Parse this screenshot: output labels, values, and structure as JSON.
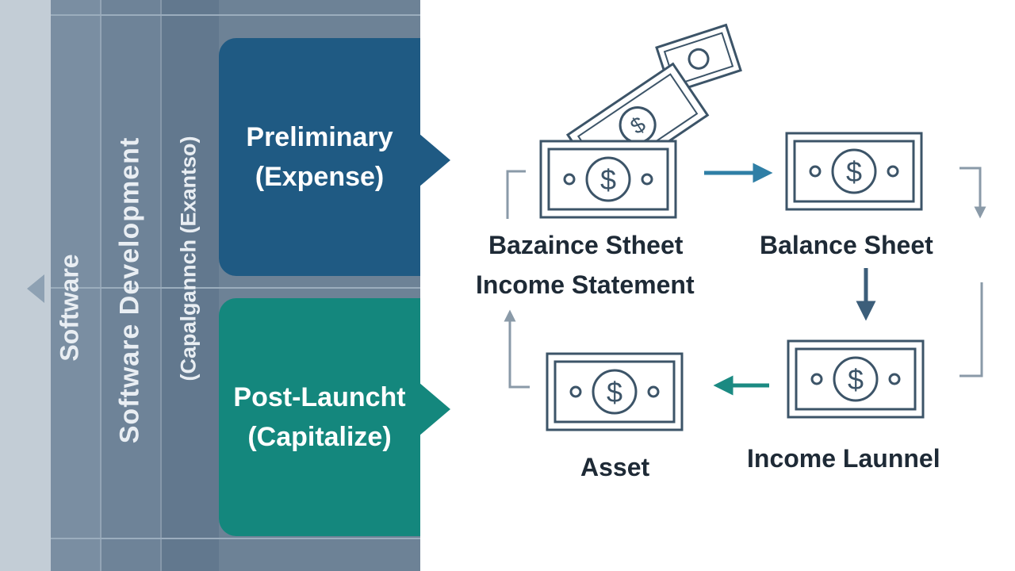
{
  "left_panel": {
    "vertical_labels": [
      "Software",
      "Software Development",
      "(Capalgannch (Exantso)"
    ],
    "phases": [
      {
        "line1": "Preliminary",
        "line2": "(Expense)"
      },
      {
        "line1": "Post-Launcht",
        "line2": "(Capitalize)"
      }
    ]
  },
  "flow": {
    "labels": {
      "node1_line1": "Bazaince Stheet",
      "node1_line2": "Income Statement",
      "node2": "Balance Sheet",
      "node3": "Income Launnel",
      "node4": "Asset"
    },
    "note_symbol": "$"
  },
  "colors": {
    "preliminary": "#1f5a83",
    "post_launch": "#14877d",
    "icon_stroke": "#3c5468",
    "arrow_blue": "#2f7fa6",
    "arrow_teal": "#1b8a82",
    "arrow_grey": "#8a9aa8"
  }
}
